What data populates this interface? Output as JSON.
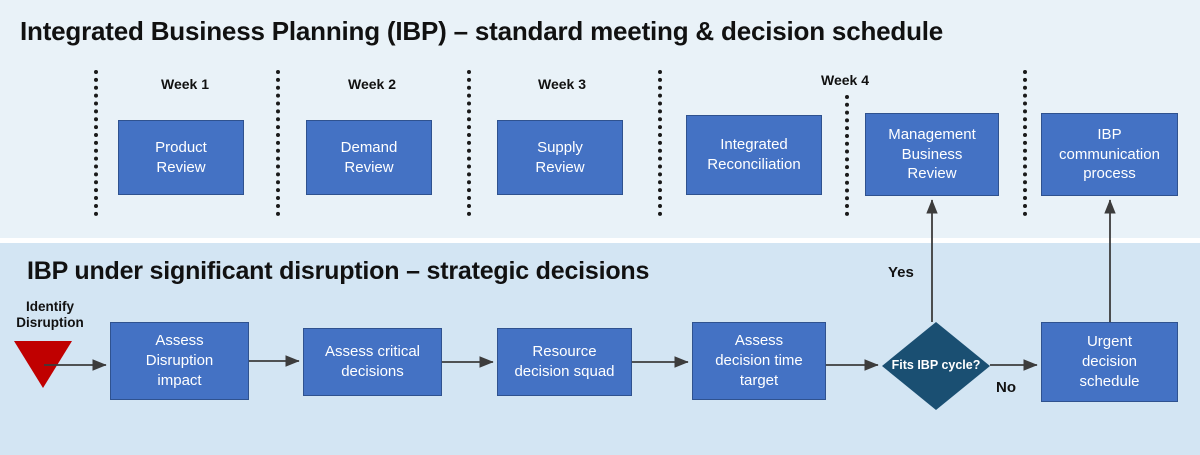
{
  "sections": {
    "top": {
      "title": "Integrated Business Planning (IBP) – standard meeting & decision schedule",
      "background": "#e9f2f8",
      "week_labels": [
        {
          "text": "Week 1"
        },
        {
          "text": "Week 2"
        },
        {
          "text": "Week 3"
        },
        {
          "text": "Week 4"
        }
      ],
      "boxes": [
        {
          "line1": "Product",
          "line2": "Review",
          "line3": ""
        },
        {
          "line1": "Demand",
          "line2": "Review",
          "line3": ""
        },
        {
          "line1": "Supply",
          "line2": "Review",
          "line3": ""
        },
        {
          "line1": "Integrated",
          "line2": "Reconciliation",
          "line3": ""
        },
        {
          "line1": "Management",
          "line2": "Business",
          "line3": "Review"
        },
        {
          "line1": "IBP",
          "line2": "communication",
          "line3": "process"
        }
      ]
    },
    "bottom": {
      "title": "IBP under significant disruption – strategic decisions",
      "background": "#d3e5f3",
      "start": {
        "label_line1": "Identify",
        "label_line2": "Disruption",
        "marker_color": "#c00000"
      },
      "boxes": [
        {
          "line1": "Assess",
          "line2": "Disruption",
          "line3": "impact"
        },
        {
          "line1": "Assess critical",
          "line2": "decisions",
          "line3": ""
        },
        {
          "line1": "Resource",
          "line2": "decision squad",
          "line3": ""
        },
        {
          "line1": "Assess",
          "line2": "decision time",
          "line3": "target"
        },
        {
          "line1": "Urgent",
          "line2": "decision",
          "line3": "schedule"
        }
      ],
      "decision": {
        "line1": "Fits IBP",
        "line2": "cycle?",
        "color": "#1a4f72"
      },
      "branches": {
        "yes": "Yes",
        "no": "No"
      }
    }
  },
  "theme": {
    "box_fill": "#4472c4",
    "box_border": "#2f528f",
    "box_text": "#ffffff",
    "divider_color": "#1a1a1a",
    "arrow_color": "#3c3c3c",
    "title_color": "#111111"
  }
}
